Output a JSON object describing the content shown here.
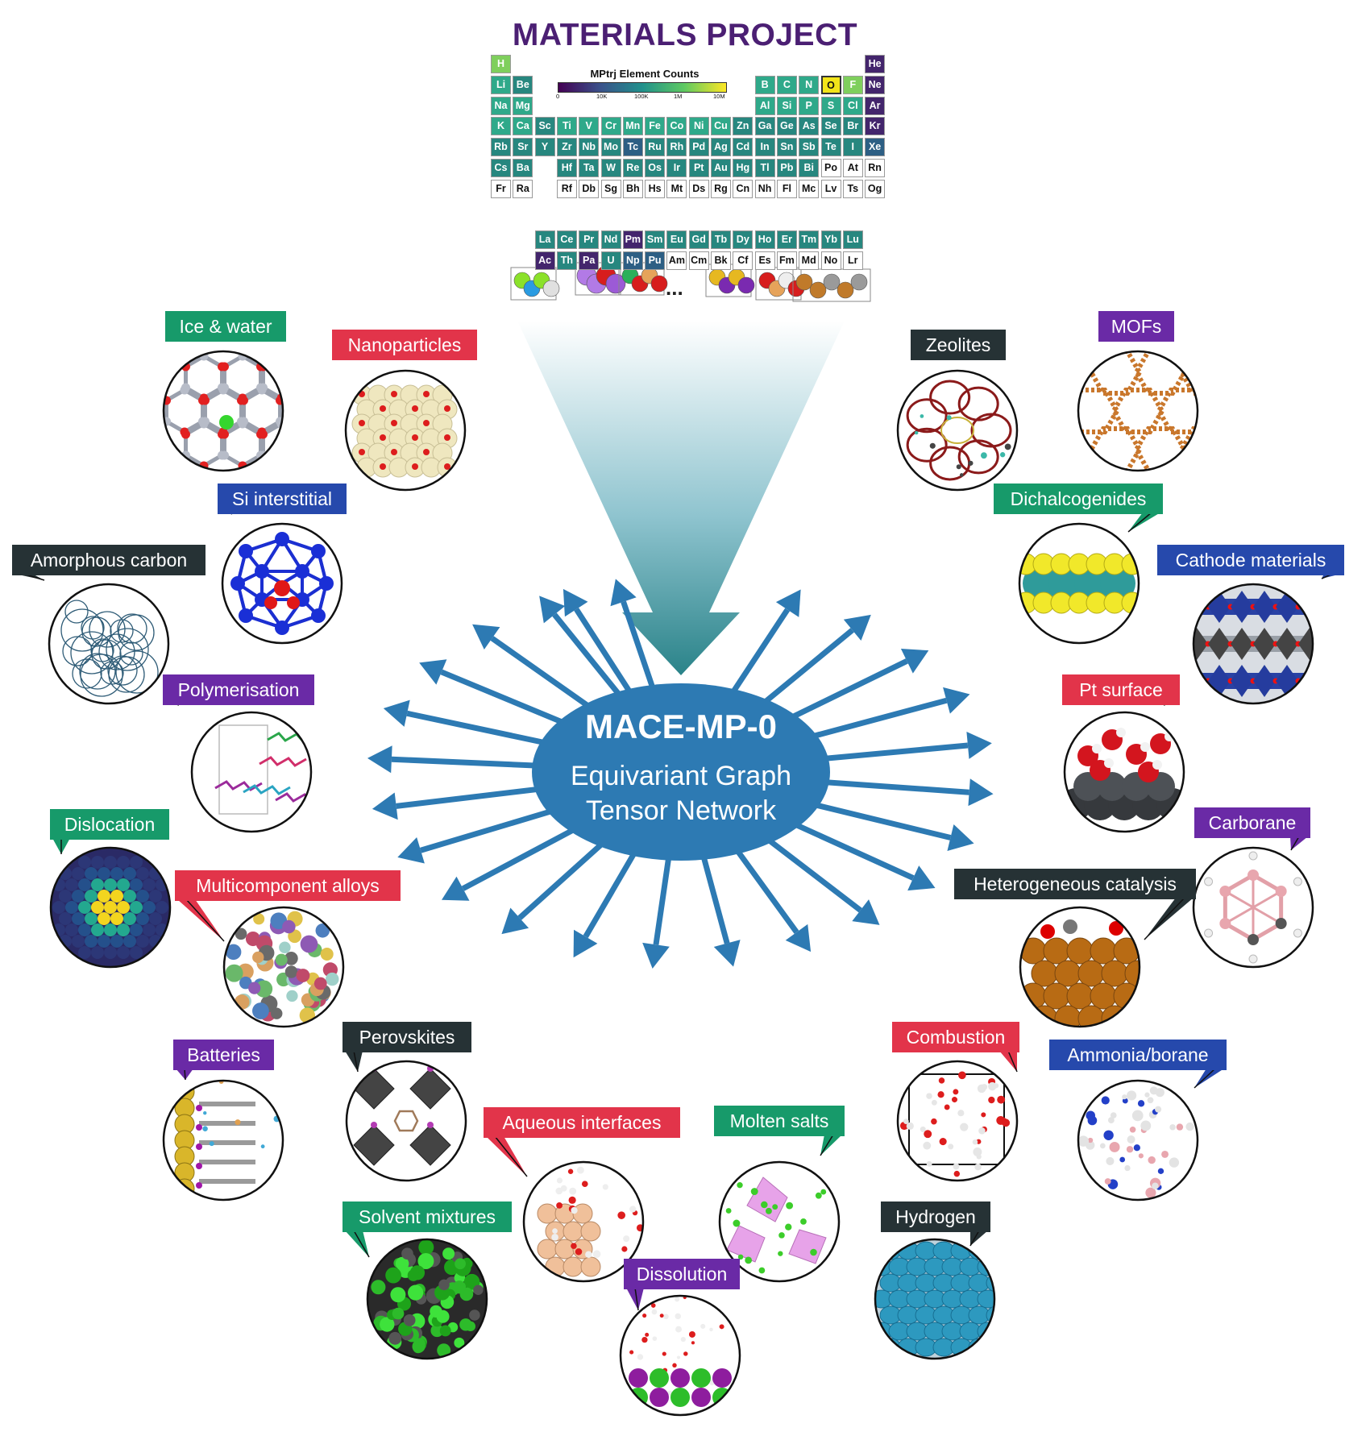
{
  "title": "MATERIALS PROJECT",
  "colorbar": {
    "title": "MPtrj Element Counts",
    "ticks": [
      "0",
      "10K",
      "100K",
      "1M",
      "10M"
    ]
  },
  "model": {
    "name": "MACE-MP-0",
    "line1": "Equivariant Graph",
    "line2": "Tensor Network"
  },
  "ellipsis": "...",
  "colors": {
    "title": "#4b1f73",
    "arrow": "#2d7ab3",
    "ellipse": "#2d7ab3",
    "label_green": "#179a6a",
    "label_red": "#e2344a",
    "label_blue": "#2649ac",
    "label_purple": "#6a2aa6",
    "label_dark": "#263235"
  },
  "periodic_table": [
    {
      "s": "H",
      "r": 0,
      "c": 0,
      "v": "lg"
    },
    {
      "s": "He",
      "r": 0,
      "c": 17,
      "v": "d"
    },
    {
      "s": "Li",
      "r": 1,
      "c": 0,
      "v": "m"
    },
    {
      "s": "Be",
      "r": 1,
      "c": 1,
      "v": "t"
    },
    {
      "s": "B",
      "r": 1,
      "c": 12,
      "v": "m"
    },
    {
      "s": "C",
      "r": 1,
      "c": 13,
      "v": "m"
    },
    {
      "s": "N",
      "r": 1,
      "c": 14,
      "v": "m"
    },
    {
      "s": "O",
      "r": 1,
      "c": 15,
      "v": "y"
    },
    {
      "s": "F",
      "r": 1,
      "c": 16,
      "v": "lg"
    },
    {
      "s": "Ne",
      "r": 1,
      "c": 17,
      "v": "d"
    },
    {
      "s": "Na",
      "r": 2,
      "c": 0,
      "v": "m"
    },
    {
      "s": "Mg",
      "r": 2,
      "c": 1,
      "v": "m"
    },
    {
      "s": "Al",
      "r": 2,
      "c": 12,
      "v": "m"
    },
    {
      "s": "Si",
      "r": 2,
      "c": 13,
      "v": "m"
    },
    {
      "s": "P",
      "r": 2,
      "c": 14,
      "v": "m"
    },
    {
      "s": "S",
      "r": 2,
      "c": 15,
      "v": "m"
    },
    {
      "s": "Cl",
      "r": 2,
      "c": 16,
      "v": "m"
    },
    {
      "s": "Ar",
      "r": 2,
      "c": 17,
      "v": "d"
    },
    {
      "s": "K",
      "r": 3,
      "c": 0,
      "v": "m"
    },
    {
      "s": "Ca",
      "r": 3,
      "c": 1,
      "v": "m"
    },
    {
      "s": "Sc",
      "r": 3,
      "c": 2,
      "v": "t"
    },
    {
      "s": "Ti",
      "r": 3,
      "c": 3,
      "v": "m"
    },
    {
      "s": "V",
      "r": 3,
      "c": 4,
      "v": "m"
    },
    {
      "s": "Cr",
      "r": 3,
      "c": 5,
      "v": "m"
    },
    {
      "s": "Mn",
      "r": 3,
      "c": 6,
      "v": "m"
    },
    {
      "s": "Fe",
      "r": 3,
      "c": 7,
      "v": "m"
    },
    {
      "s": "Co",
      "r": 3,
      "c": 8,
      "v": "m"
    },
    {
      "s": "Ni",
      "r": 3,
      "c": 9,
      "v": "m"
    },
    {
      "s": "Cu",
      "r": 3,
      "c": 10,
      "v": "m"
    },
    {
      "s": "Zn",
      "r": 3,
      "c": 11,
      "v": "t"
    },
    {
      "s": "Ga",
      "r": 3,
      "c": 12,
      "v": "t"
    },
    {
      "s": "Ge",
      "r": 3,
      "c": 13,
      "v": "t"
    },
    {
      "s": "As",
      "r": 3,
      "c": 14,
      "v": "t"
    },
    {
      "s": "Se",
      "r": 3,
      "c": 15,
      "v": "t"
    },
    {
      "s": "Br",
      "r": 3,
      "c": 16,
      "v": "t"
    },
    {
      "s": "Kr",
      "r": 3,
      "c": 17,
      "v": "d"
    },
    {
      "s": "Rb",
      "r": 4,
      "c": 0,
      "v": "t"
    },
    {
      "s": "Sr",
      "r": 4,
      "c": 1,
      "v": "t"
    },
    {
      "s": "Y",
      "r": 4,
      "c": 2,
      "v": "t"
    },
    {
      "s": "Zr",
      "r": 4,
      "c": 3,
      "v": "t"
    },
    {
      "s": "Nb",
      "r": 4,
      "c": 4,
      "v": "t"
    },
    {
      "s": "Mo",
      "r": 4,
      "c": 5,
      "v": "t"
    },
    {
      "s": "Tc",
      "r": 4,
      "c": 6,
      "v": "b"
    },
    {
      "s": "Ru",
      "r": 4,
      "c": 7,
      "v": "t"
    },
    {
      "s": "Rh",
      "r": 4,
      "c": 8,
      "v": "t"
    },
    {
      "s": "Pd",
      "r": 4,
      "c": 9,
      "v": "t"
    },
    {
      "s": "Ag",
      "r": 4,
      "c": 10,
      "v": "t"
    },
    {
      "s": "Cd",
      "r": 4,
      "c": 11,
      "v": "t"
    },
    {
      "s": "In",
      "r": 4,
      "c": 12,
      "v": "t"
    },
    {
      "s": "Sn",
      "r": 4,
      "c": 13,
      "v": "t"
    },
    {
      "s": "Sb",
      "r": 4,
      "c": 14,
      "v": "t"
    },
    {
      "s": "Te",
      "r": 4,
      "c": 15,
      "v": "t"
    },
    {
      "s": "I",
      "r": 4,
      "c": 16,
      "v": "t"
    },
    {
      "s": "Xe",
      "r": 4,
      "c": 17,
      "v": "b"
    },
    {
      "s": "Cs",
      "r": 5,
      "c": 0,
      "v": "t"
    },
    {
      "s": "Ba",
      "r": 5,
      "c": 1,
      "v": "t"
    },
    {
      "s": "Hf",
      "r": 5,
      "c": 3,
      "v": "t"
    },
    {
      "s": "Ta",
      "r": 5,
      "c": 4,
      "v": "t"
    },
    {
      "s": "W",
      "r": 5,
      "c": 5,
      "v": "t"
    },
    {
      "s": "Re",
      "r": 5,
      "c": 6,
      "v": "t"
    },
    {
      "s": "Os",
      "r": 5,
      "c": 7,
      "v": "t"
    },
    {
      "s": "Ir",
      "r": 5,
      "c": 8,
      "v": "t"
    },
    {
      "s": "Pt",
      "r": 5,
      "c": 9,
      "v": "t"
    },
    {
      "s": "Au",
      "r": 5,
      "c": 10,
      "v": "t"
    },
    {
      "s": "Hg",
      "r": 5,
      "c": 11,
      "v": "t"
    },
    {
      "s": "Tl",
      "r": 5,
      "c": 12,
      "v": "t"
    },
    {
      "s": "Pb",
      "r": 5,
      "c": 13,
      "v": "t"
    },
    {
      "s": "Bi",
      "r": 5,
      "c": 14,
      "v": "t"
    },
    {
      "s": "Po",
      "r": 5,
      "c": 15,
      "v": "w"
    },
    {
      "s": "At",
      "r": 5,
      "c": 16,
      "v": "w"
    },
    {
      "s": "Rn",
      "r": 5,
      "c": 17,
      "v": "w"
    },
    {
      "s": "Fr",
      "r": 6,
      "c": 0,
      "v": "w"
    },
    {
      "s": "Ra",
      "r": 6,
      "c": 1,
      "v": "w"
    },
    {
      "s": "Rf",
      "r": 6,
      "c": 3,
      "v": "w"
    },
    {
      "s": "Db",
      "r": 6,
      "c": 4,
      "v": "w"
    },
    {
      "s": "Sg",
      "r": 6,
      "c": 5,
      "v": "w"
    },
    {
      "s": "Bh",
      "r": 6,
      "c": 6,
      "v": "w"
    },
    {
      "s": "Hs",
      "r": 6,
      "c": 7,
      "v": "w"
    },
    {
      "s": "Mt",
      "r": 6,
      "c": 8,
      "v": "w"
    },
    {
      "s": "Ds",
      "r": 6,
      "c": 9,
      "v": "w"
    },
    {
      "s": "Rg",
      "r": 6,
      "c": 10,
      "v": "w"
    },
    {
      "s": "Cn",
      "r": 6,
      "c": 11,
      "v": "w"
    },
    {
      "s": "Nh",
      "r": 6,
      "c": 12,
      "v": "w"
    },
    {
      "s": "Fl",
      "r": 6,
      "c": 13,
      "v": "w"
    },
    {
      "s": "Mc",
      "r": 6,
      "c": 14,
      "v": "w"
    },
    {
      "s": "Lv",
      "r": 6,
      "c": 15,
      "v": "w"
    },
    {
      "s": "Ts",
      "r": 6,
      "c": 16,
      "v": "w"
    },
    {
      "s": "Og",
      "r": 6,
      "c": 17,
      "v": "w"
    },
    {
      "s": "La",
      "r": 8,
      "c": 2,
      "v": "t"
    },
    {
      "s": "Ce",
      "r": 8,
      "c": 3,
      "v": "t"
    },
    {
      "s": "Pr",
      "r": 8,
      "c": 4,
      "v": "t"
    },
    {
      "s": "Nd",
      "r": 8,
      "c": 5,
      "v": "t"
    },
    {
      "s": "Pm",
      "r": 8,
      "c": 6,
      "v": "d"
    },
    {
      "s": "Sm",
      "r": 8,
      "c": 7,
      "v": "t"
    },
    {
      "s": "Eu",
      "r": 8,
      "c": 8,
      "v": "t"
    },
    {
      "s": "Gd",
      "r": 8,
      "c": 9,
      "v": "t"
    },
    {
      "s": "Tb",
      "r": 8,
      "c": 10,
      "v": "t"
    },
    {
      "s": "Dy",
      "r": 8,
      "c": 11,
      "v": "t"
    },
    {
      "s": "Ho",
      "r": 8,
      "c": 12,
      "v": "t"
    },
    {
      "s": "Er",
      "r": 8,
      "c": 13,
      "v": "t"
    },
    {
      "s": "Tm",
      "r": 8,
      "c": 14,
      "v": "t"
    },
    {
      "s": "Yb",
      "r": 8,
      "c": 15,
      "v": "t"
    },
    {
      "s": "Lu",
      "r": 8,
      "c": 16,
      "v": "t"
    },
    {
      "s": "Ac",
      "r": 9,
      "c": 2,
      "v": "d"
    },
    {
      "s": "Th",
      "r": 9,
      "c": 3,
      "v": "t"
    },
    {
      "s": "Pa",
      "r": 9,
      "c": 4,
      "v": "d"
    },
    {
      "s": "U",
      "r": 9,
      "c": 5,
      "v": "t"
    },
    {
      "s": "Np",
      "r": 9,
      "c": 6,
      "v": "b"
    },
    {
      "s": "Pu",
      "r": 9,
      "c": 7,
      "v": "b"
    },
    {
      "s": "Am",
      "r": 9,
      "c": 8,
      "v": "w"
    },
    {
      "s": "Cm",
      "r": 9,
      "c": 9,
      "v": "w"
    },
    {
      "s": "Bk",
      "r": 9,
      "c": 10,
      "v": "w"
    },
    {
      "s": "Cf",
      "r": 9,
      "c": 11,
      "v": "w"
    },
    {
      "s": "Es",
      "r": 9,
      "c": 12,
      "v": "w"
    },
    {
      "s": "Fm",
      "r": 9,
      "c": 13,
      "v": "w"
    },
    {
      "s": "Md",
      "r": 9,
      "c": 14,
      "v": "w"
    },
    {
      "s": "No",
      "r": 9,
      "c": 15,
      "v": "w"
    },
    {
      "s": "Lr",
      "r": 9,
      "c": 16,
      "v": "w"
    }
  ],
  "applications": [
    {
      "id": "ice-water",
      "label": "Ice & water",
      "color": "green",
      "motif": "hexnet"
    },
    {
      "id": "nanoparticles",
      "label": "Nanoparticles",
      "color": "red",
      "motif": "cluster"
    },
    {
      "id": "zeolites",
      "label": "Zeolites",
      "color": "dark",
      "motif": "zeolite"
    },
    {
      "id": "mofs",
      "label": "MOFs",
      "color": "purple",
      "motif": "mof"
    },
    {
      "id": "si-interstitial",
      "label": "Si interstitial",
      "color": "blue",
      "motif": "diamond"
    },
    {
      "id": "dichalcogenides",
      "label": "Dichalcogenides",
      "color": "green",
      "motif": "layers"
    },
    {
      "id": "amorphous-carbon",
      "label": "Amorphous carbon",
      "color": "dark",
      "motif": "mesh"
    },
    {
      "id": "cathode-materials",
      "label": "Cathode materials",
      "color": "blue",
      "motif": "octa"
    },
    {
      "id": "polymerisation",
      "label": "Polymerisation",
      "color": "purple",
      "motif": "chains"
    },
    {
      "id": "pt-surface",
      "label": "Pt surface",
      "color": "red",
      "motif": "surface"
    },
    {
      "id": "dislocation",
      "label": "Dislocation",
      "color": "green",
      "motif": "dislocation"
    },
    {
      "id": "carborane",
      "label": "Carborane",
      "color": "purple",
      "motif": "icosa"
    },
    {
      "id": "multicomponent-alloys",
      "label": "Multicomponent alloys",
      "color": "red",
      "motif": "alloy"
    },
    {
      "id": "heterogeneous-catalysis",
      "label": "Heterogeneous catalysis",
      "color": "dark",
      "motif": "catalysis"
    },
    {
      "id": "batteries",
      "label": "Batteries",
      "color": "purple",
      "motif": "battery"
    },
    {
      "id": "perovskites",
      "label": "Perovskites",
      "color": "dark",
      "motif": "perovskite"
    },
    {
      "id": "combustion",
      "label": "Combustion",
      "color": "red",
      "motif": "gas"
    },
    {
      "id": "ammonia-borane",
      "label": "Ammonia/borane",
      "color": "blue",
      "motif": "ammonia"
    },
    {
      "id": "aqueous-interfaces",
      "label": "Aqueous interfaces",
      "color": "red",
      "motif": "aqueous"
    },
    {
      "id": "molten-salts",
      "label": "Molten salts",
      "color": "green",
      "motif": "molten"
    },
    {
      "id": "solvent-mixtures",
      "label": "Solvent mixtures",
      "color": "green",
      "motif": "solvent"
    },
    {
      "id": "hydrogen",
      "label": "Hydrogen",
      "color": "dark",
      "motif": "hydrogen"
    },
    {
      "id": "dissolution",
      "label": "Dissolution",
      "color": "purple",
      "motif": "dissolution"
    }
  ]
}
